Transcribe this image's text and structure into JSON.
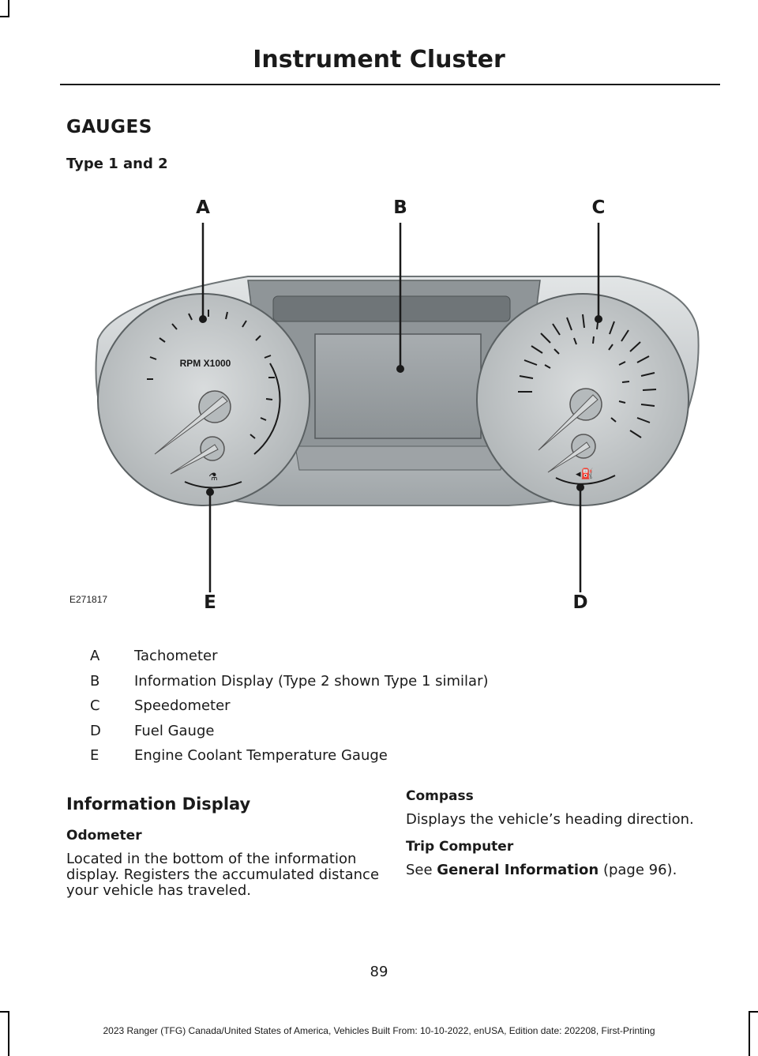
{
  "header": {
    "title": "Instrument Cluster"
  },
  "section": {
    "title": "GAUGES",
    "subtitle": "Type 1 and 2"
  },
  "figure": {
    "id": "E271817",
    "callouts": {
      "a": "A",
      "b": "B",
      "c": "C",
      "d": "D",
      "e": "E"
    },
    "tach_label": "RPM X1000"
  },
  "legend": [
    {
      "key": "A",
      "value": "Tachometer"
    },
    {
      "key": "B",
      "value": "Information Display (Type 2 shown Type 1 similar)"
    },
    {
      "key": "C",
      "value": "Speedometer"
    },
    {
      "key": "D",
      "value": "Fuel Gauge"
    },
    {
      "key": "E",
      "value": "Engine Coolant Temperature Gauge"
    }
  ],
  "left_column": {
    "title": "Information Display",
    "odometer_title": "Odometer",
    "odometer_text": "Located in the bottom of the information display. Registers the accumulated distance your vehicle has traveled."
  },
  "right_column": {
    "compass_title": "Compass",
    "compass_text": "Displays the vehicle’s heading direction.",
    "trip_title": "Trip Computer",
    "trip_see": "See ",
    "trip_link": "General Information",
    "trip_page": " (page 96)."
  },
  "page_number": "89",
  "footer": "2023 Ranger (TFG) Canada/United States of America, Vehicles Built From: 10-10-2022, enUSA, Edition date: 202208, First-Printing"
}
